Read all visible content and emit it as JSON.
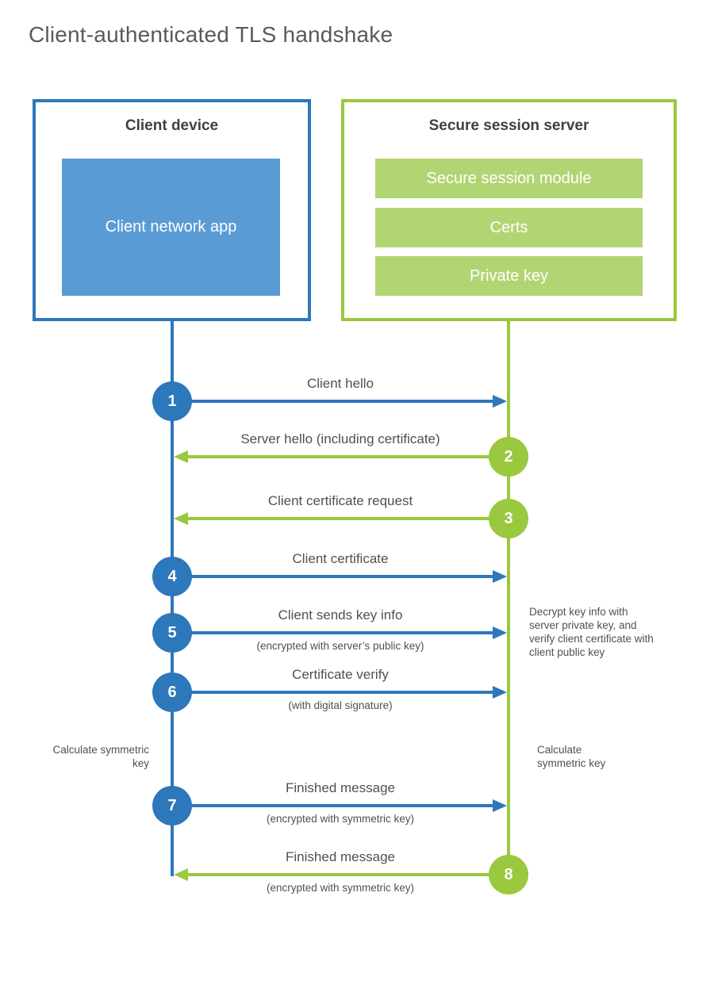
{
  "title": "Client-authenticated TLS handshake",
  "colors": {
    "blue": "#2d77bb",
    "blue_fill": "#5b9bd5",
    "green": "#9ac83e",
    "green_fill": "#b2d573",
    "heading_text": "#595a5c",
    "label_text": "#4f5052",
    "box_title_text": "#3f4042"
  },
  "client_box": {
    "title": "Client device",
    "app_label": "Client network app"
  },
  "server_box": {
    "title": "Secure session server",
    "modules": [
      "Secure session module",
      "Certs",
      "Private key"
    ]
  },
  "steps": [
    {
      "num": "1",
      "from": "client",
      "direction": "right",
      "label": "Client hello",
      "sub": ""
    },
    {
      "num": "2",
      "from": "server",
      "direction": "left",
      "label": "Server hello (including certificate)",
      "sub": ""
    },
    {
      "num": "3",
      "from": "server",
      "direction": "left",
      "label": "Client certificate request",
      "sub": ""
    },
    {
      "num": "4",
      "from": "client",
      "direction": "right",
      "label": "Client certificate",
      "sub": ""
    },
    {
      "num": "5",
      "from": "client",
      "direction": "right",
      "label": "Client sends key info",
      "sub": "(encrypted with server’s public key)"
    },
    {
      "num": "6",
      "from": "client",
      "direction": "right",
      "label": "Certificate verify",
      "sub": "(with digital signature)"
    },
    {
      "num": "7",
      "from": "client",
      "direction": "right",
      "label": "Finished message",
      "sub": "(encrypted with symmetric key)"
    },
    {
      "num": "8",
      "from": "server",
      "direction": "left",
      "label": "Finished message",
      "sub": "(encrypted with symmetric key)"
    }
  ],
  "annotations": {
    "decrypt_note": "Decrypt key info with server private key, and verify client certificate with client public key",
    "calc_left": "Calculate symmetric key",
    "calc_right": "Calculate symmetric key"
  }
}
